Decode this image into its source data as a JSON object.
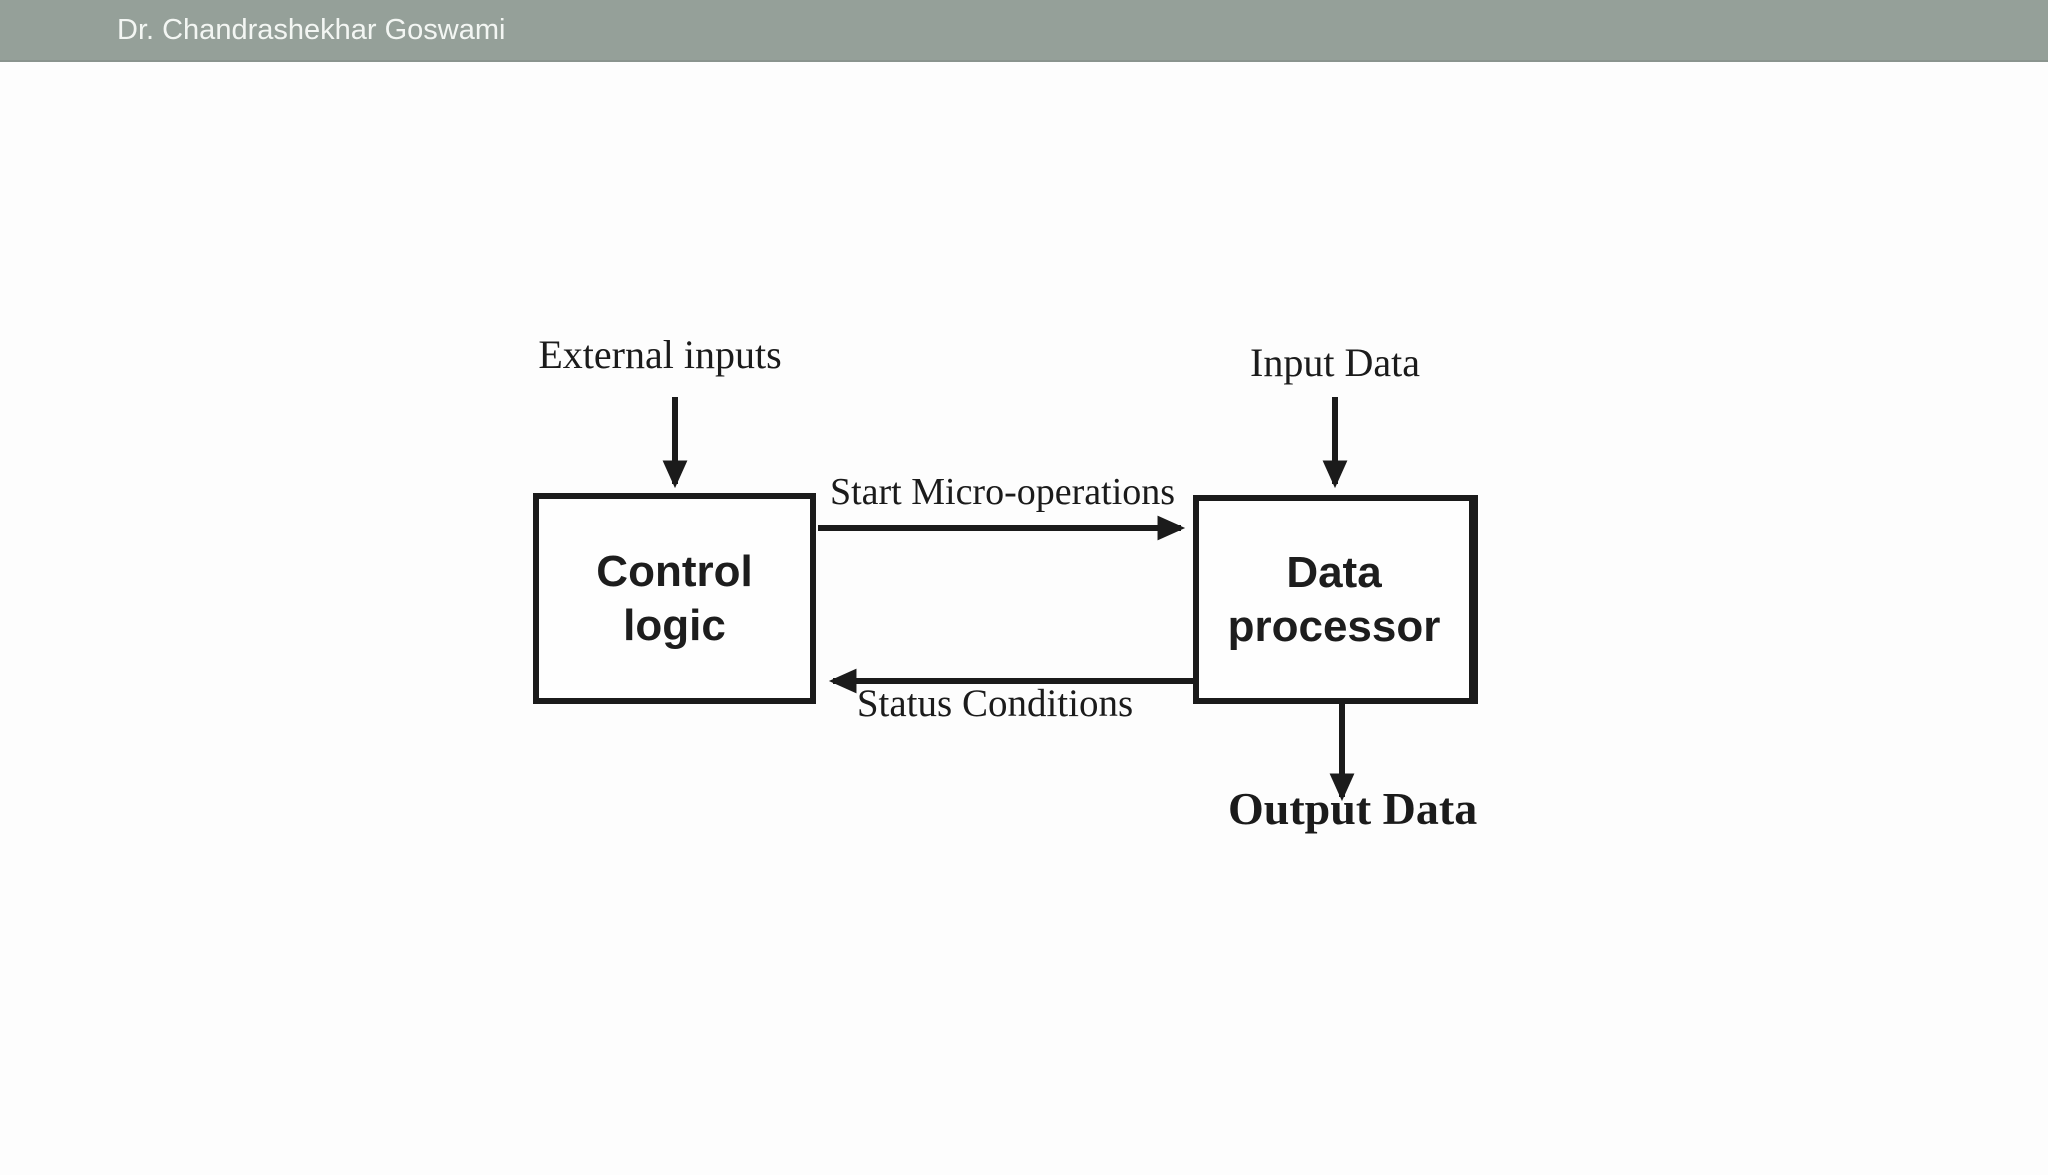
{
  "header": {
    "title": "Dr. Chandrashekhar Goswami"
  },
  "colors": {
    "header_bg": "#95a099",
    "header_text": "#f3f6f3",
    "diagram_ink": "#1b1b1b",
    "background": "#fdfdfd"
  },
  "diagram": {
    "boxes": [
      {
        "id": "control-logic",
        "line1": "Control",
        "line2": "logic"
      },
      {
        "id": "data-processor",
        "line1": "Data",
        "line2": "processor"
      }
    ],
    "labels": {
      "external_inputs": "External inputs",
      "input_data": "Input Data",
      "start_micro_operations": "Start Micro-operations",
      "status_conditions": "Status Conditions",
      "output_data": "Output Data"
    }
  }
}
